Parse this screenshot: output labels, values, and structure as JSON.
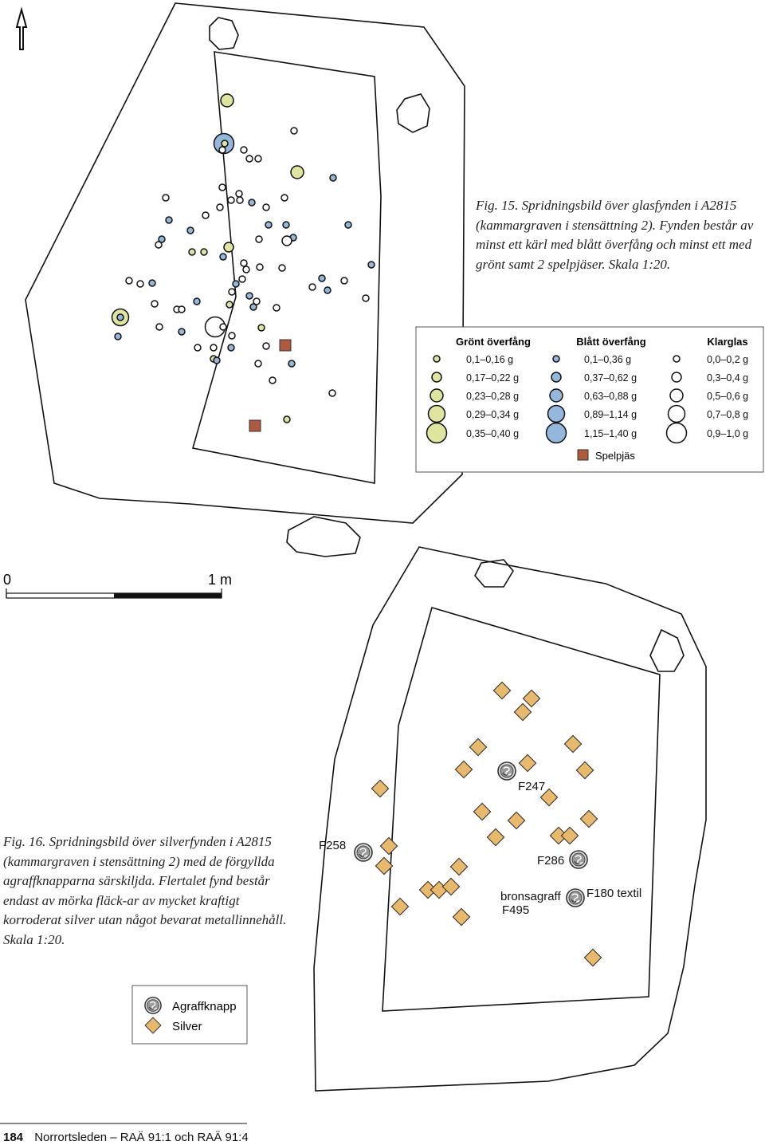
{
  "figure15": {
    "caption": "Fig. 15. Spridningsbild över glasfynden i A2815 (kammargraven i stensättning 2). Fynden består av minst ett kärl med blått överfång och minst ett med grönt samt 2 spelpjäser. Skala 1:20.",
    "legend": {
      "groups": [
        {
          "title": "Grönt överfång",
          "color": "#dfe49e",
          "rows": [
            "0,1–0,16 g",
            "0,17–0,22 g",
            "0,23–0,28 g",
            "0,29–0,34 g",
            "0,35–0,40 g"
          ]
        },
        {
          "title": "Blått överfång",
          "color": "#94b8dd",
          "rows": [
            "0,1–0,36 g",
            "0,37–0,62 g",
            "0,63–0,88 g",
            "0,89–1,14 g",
            "1,15–1,40 g"
          ]
        },
        {
          "title": "Klarglas",
          "color": "#ffffff",
          "rows": [
            "0,0–0,2 g",
            "0,3–0,4 g",
            "0,5–0,6 g",
            "0,7–0,8 g",
            "0,9–1,0 g"
          ]
        }
      ],
      "game_piece_label": "Spelpjäs",
      "game_piece_color": "#b05a3c"
    }
  },
  "scale_bar": {
    "start_label": "0",
    "end_label": "1 m"
  },
  "figure16": {
    "caption": "Fig. 16. Spridningsbild över silverfynden i A2815 (kammargraven i stensättning 2) med de förgyllda agraffknapparna särskiljda. Flertalet fynd består endast av mörka fläck-ar av mycket kraftigt korroderat silver utan något bevarat metallinnehåll. Skala 1:20.",
    "labels": {
      "f247": "F247",
      "f258": "F258",
      "f286": "F286",
      "f180": "F180 textil",
      "bronsagraff": "bronsagraff",
      "f495": "F495"
    },
    "legend": {
      "agraff_label": "Agraffknapp",
      "silver_label": "Silver",
      "silver_color": "#e8b96a"
    }
  },
  "footer": {
    "page_number": "184",
    "title": "Norrortsleden – RAÄ 91:1 och RAÄ 91:4"
  }
}
